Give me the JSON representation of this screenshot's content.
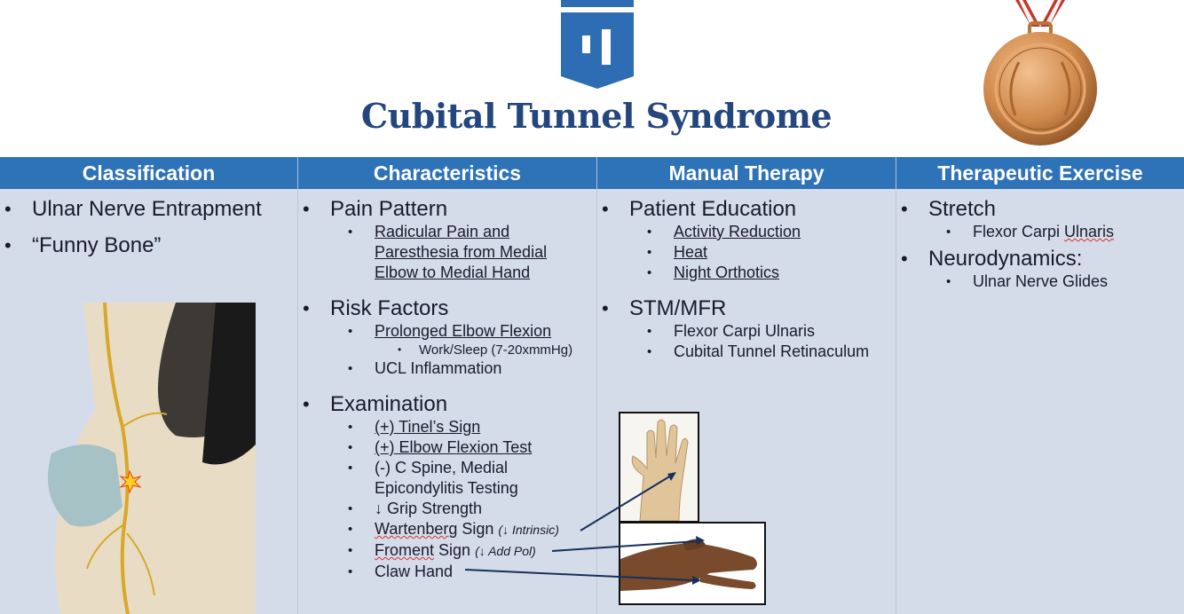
{
  "title": "Cubital Tunnel Syndrome",
  "colors": {
    "header_bg": "#2e72b8",
    "body_bg": "#d5dce9",
    "title": "#24467e",
    "logo": "#2e6db3"
  },
  "icons": [
    "logo-shield-icon",
    "bronze-medal-icon",
    "elbow-anatomy-illustration",
    "hand-photo",
    "froment-hand-photo"
  ],
  "headers": [
    "Classification",
    "Characteristics",
    "Manual Therapy",
    "Therapeutic Exercise"
  ],
  "classification": {
    "items": [
      "Ulnar Nerve Entrapment",
      "“Funny Bone”"
    ]
  },
  "characteristics": {
    "pain_pattern": {
      "label": "Pain Pattern",
      "sub": [
        "Radicular Pain and",
        "Paresthesia from Medial",
        "Elbow to Medial Hand"
      ]
    },
    "risk_factors": {
      "label": "Risk Factors",
      "sub1": "Prolonged Elbow Flexion",
      "sub1_detail": "Work/Sleep (7-20xmmHg)",
      "sub2": "UCL Inflammation"
    },
    "examination": {
      "label": "Examination",
      "tinel": "(+) Tinel’s Sign",
      "elbow_flexion": "(+) Elbow Flexion Test",
      "cspine_1": "(-) C Spine, Medial",
      "cspine_2": "Epicondylitis Testing",
      "grip": "↓ Grip Strength",
      "wartenberg": "Wartenberg",
      "wartenberg_rest": " Sign ",
      "wartenberg_note": "(↓ Intrinsic)",
      "froment": "Froment",
      "froment_rest": " Sign ",
      "froment_note": "(↓ Add Pol)",
      "claw": "Claw Hand"
    }
  },
  "manual_therapy": {
    "education": {
      "label": "Patient Education",
      "items": [
        "Activity Reduction",
        "Heat",
        "Night Orthotics"
      ]
    },
    "stm": {
      "label": "STM/MFR",
      "items": [
        "Flexor Carpi Ulnaris",
        "Cubital Tunnel Retinaculum"
      ]
    }
  },
  "therapeutic_exercise": {
    "stretch": {
      "label": "Stretch",
      "item_a": "Flexor Carpi ",
      "item_b": "Ulnaris"
    },
    "neuro": {
      "label": "Neurodynamics:",
      "item": "Ulnar Nerve Glides"
    }
  }
}
